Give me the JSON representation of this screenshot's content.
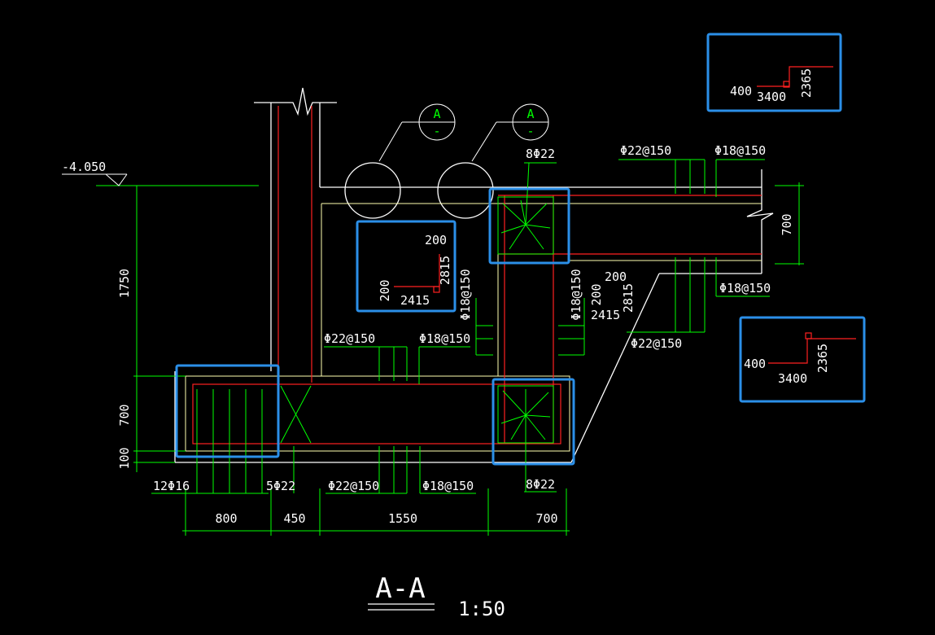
{
  "section": {
    "title": "A-A",
    "scale": "1:50"
  },
  "elevation": {
    "label": "-4.050"
  },
  "dimensions": {
    "left_vertical": [
      "1750",
      "700",
      "100"
    ],
    "bottom": [
      "800",
      "450",
      "1550",
      "700"
    ],
    "right_vertical": [
      "700"
    ]
  },
  "rebar_labels": {
    "corner_top": "8Φ22",
    "corner_bottom": "8Φ22",
    "bottom_left": "12Φ16",
    "bottom_mid": "5Φ22",
    "inner_top_left": "Φ22@150",
    "inner_top_right": "Φ18@150",
    "slab_bottom_left": "Φ22@150",
    "slab_bottom_right": "Φ18@150",
    "wall_left": "Φ18@150",
    "wall_right": "Φ18@150",
    "beam_top_left": "Φ22@150",
    "beam_top_right": "Φ18@150",
    "beam_bottom_right": "Φ18@150",
    "beam_bottom_left": "Φ22@150"
  },
  "section_markers": [
    {
      "letter": "A",
      "sub": "-"
    },
    {
      "letter": "A",
      "sub": "-"
    }
  ],
  "bend_shapes": {
    "center": {
      "a": "200",
      "b": "2815",
      "c": "200",
      "d": "2415"
    },
    "mid": {
      "a": "200",
      "b": "200",
      "c": "2815",
      "d": "2415"
    },
    "top_right": {
      "a": "400",
      "b": "3400",
      "c": "2365"
    },
    "right_middle": {
      "a": "400",
      "b": "3400",
      "c": "2365"
    }
  },
  "colors": {
    "background": "#000000",
    "outline": "#ffffff",
    "concrete_edge": "#ffffb0",
    "rebar": "#ff2020",
    "dimension": "#00ff00",
    "highlight": "#2b8fe8"
  }
}
